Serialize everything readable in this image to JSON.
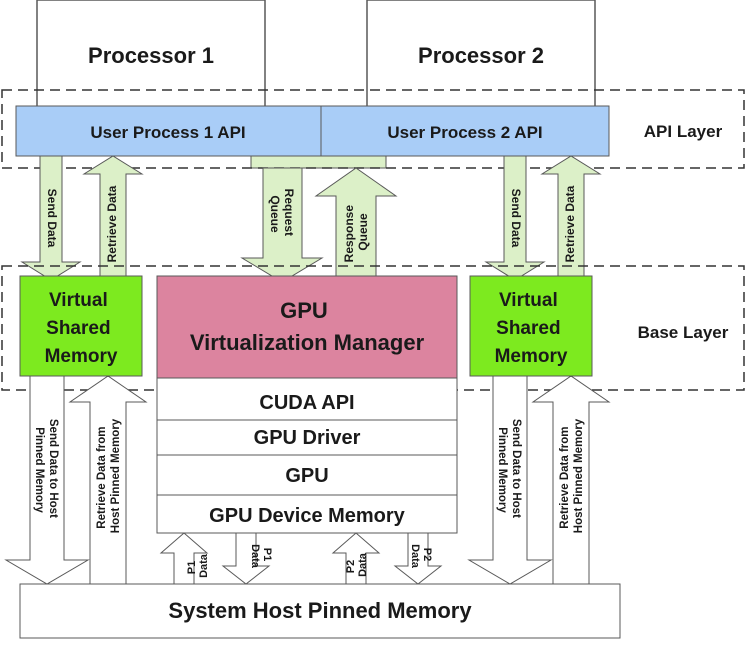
{
  "processors": {
    "p1": "Processor 1",
    "p2": "Processor 2"
  },
  "api": {
    "up1": "User Process 1 API",
    "up2": "User Process 2 API",
    "layer": "API Layer"
  },
  "base": {
    "vsm_left": [
      "Virtual",
      "Shared",
      "Memory"
    ],
    "vsm_right": [
      "Virtual",
      "Shared",
      "Memory"
    ],
    "gvm": [
      "GPU",
      "Virtualization Manager"
    ],
    "layer": "Base Layer"
  },
  "stack": {
    "cuda": "CUDA API",
    "driver": "GPU Driver",
    "gpu": "GPU",
    "devmem": "GPU Device Memory"
  },
  "host": "System Host Pinned Memory",
  "arrows": {
    "send_data": "Send Data",
    "retrieve_data": "Retrieve Data",
    "request_queue": [
      "Request",
      "Queue"
    ],
    "response_queue": [
      "Response",
      "Queue"
    ],
    "send_to_host": [
      "Send Data to Host",
      "Pinned Memory"
    ],
    "retrieve_from_host": [
      "Retrieve Data from",
      "Host Pinned Memory"
    ],
    "p1_data": [
      "P1",
      "Data"
    ],
    "p2_data": [
      "P2",
      "Data"
    ]
  },
  "colors": {
    "api_blue": "#a9cdf7",
    "vsm_green": "#7dea1f",
    "gvm_pink": "#dc849f",
    "arrow_green": "#dcf0c8",
    "white": "#ffffff",
    "stroke": "#595959"
  }
}
